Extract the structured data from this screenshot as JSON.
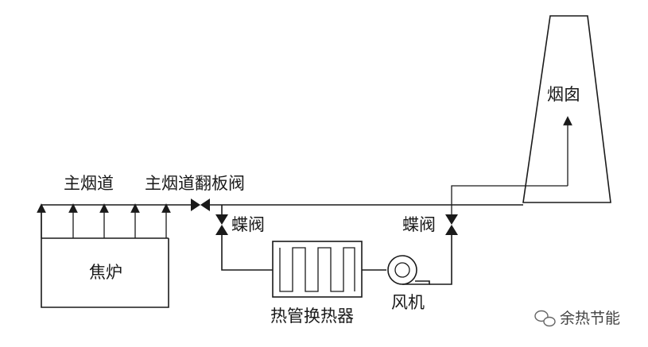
{
  "labels": {
    "main_flue": "主烟道",
    "main_flue_flap_valve": "主烟道翻板阀",
    "butterfly_valve_left": "蝶阀",
    "butterfly_valve_right": "蝶阀",
    "chimney": "烟囱",
    "coke_oven": "焦炉",
    "heat_pipe_exchanger": "热管换热器",
    "fan": "风机"
  },
  "watermark": {
    "text": "余热节能",
    "icon": "wechat-icon"
  },
  "colors": {
    "line": "#1a1a1a",
    "background": "#ffffff"
  }
}
